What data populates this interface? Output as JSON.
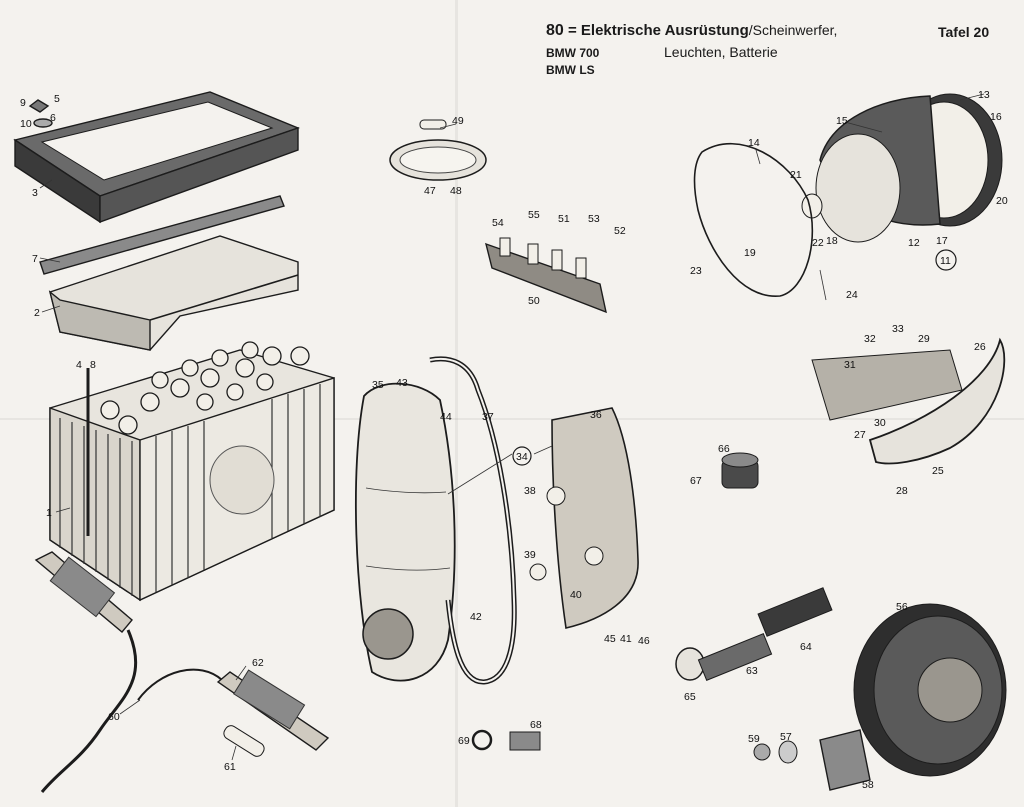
{
  "header": {
    "number": "80",
    "separator": "=",
    "title": "Elektrische Ausrüstung",
    "title_suffix": "/Scheinwerfer,",
    "subtitle": "Leuchten, Batterie",
    "models": [
      "BMW 700",
      "BMW LS"
    ],
    "plate": "Tafel 20"
  },
  "callouts": {
    "c1": "1",
    "c2": "2",
    "c3": "3",
    "c4": "4",
    "c5": "5",
    "c6": "6",
    "c7": "7",
    "c8": "8",
    "c9": "9",
    "c10": "10",
    "c11": "11",
    "c12": "12",
    "c13": "13",
    "c14": "14",
    "c15": "15",
    "c16": "16",
    "c17": "17",
    "c18": "18",
    "c19": "19",
    "c20": "20",
    "c21": "21",
    "c22": "22",
    "c23": "23",
    "c24": "24",
    "c25": "25",
    "c26": "26",
    "c27": "27",
    "c28": "28",
    "c29": "29",
    "c30": "30",
    "c31": "31",
    "c32": "32",
    "c33": "33",
    "c34": "34",
    "c35": "35",
    "c36": "36",
    "c37": "37",
    "c38": "38",
    "c39": "39",
    "c40": "40",
    "c41": "41",
    "c42": "42",
    "c43": "43",
    "c44": "44",
    "c45": "45",
    "c46": "46",
    "c47": "47",
    "c48": "48",
    "c49": "49",
    "c50": "50",
    "c51": "51",
    "c52": "52",
    "c53": "53",
    "c54": "54",
    "c55": "55",
    "c56": "56",
    "c57": "57",
    "c58": "58",
    "c59": "59",
    "c60": "60",
    "c61": "61",
    "c62": "62",
    "c63": "63",
    "c64": "64",
    "c65": "65",
    "c66": "66",
    "c67": "67",
    "c68": "68",
    "c69": "69"
  },
  "colors": {
    "paper": "#f4f2ee",
    "ink": "#1c1c1c"
  }
}
